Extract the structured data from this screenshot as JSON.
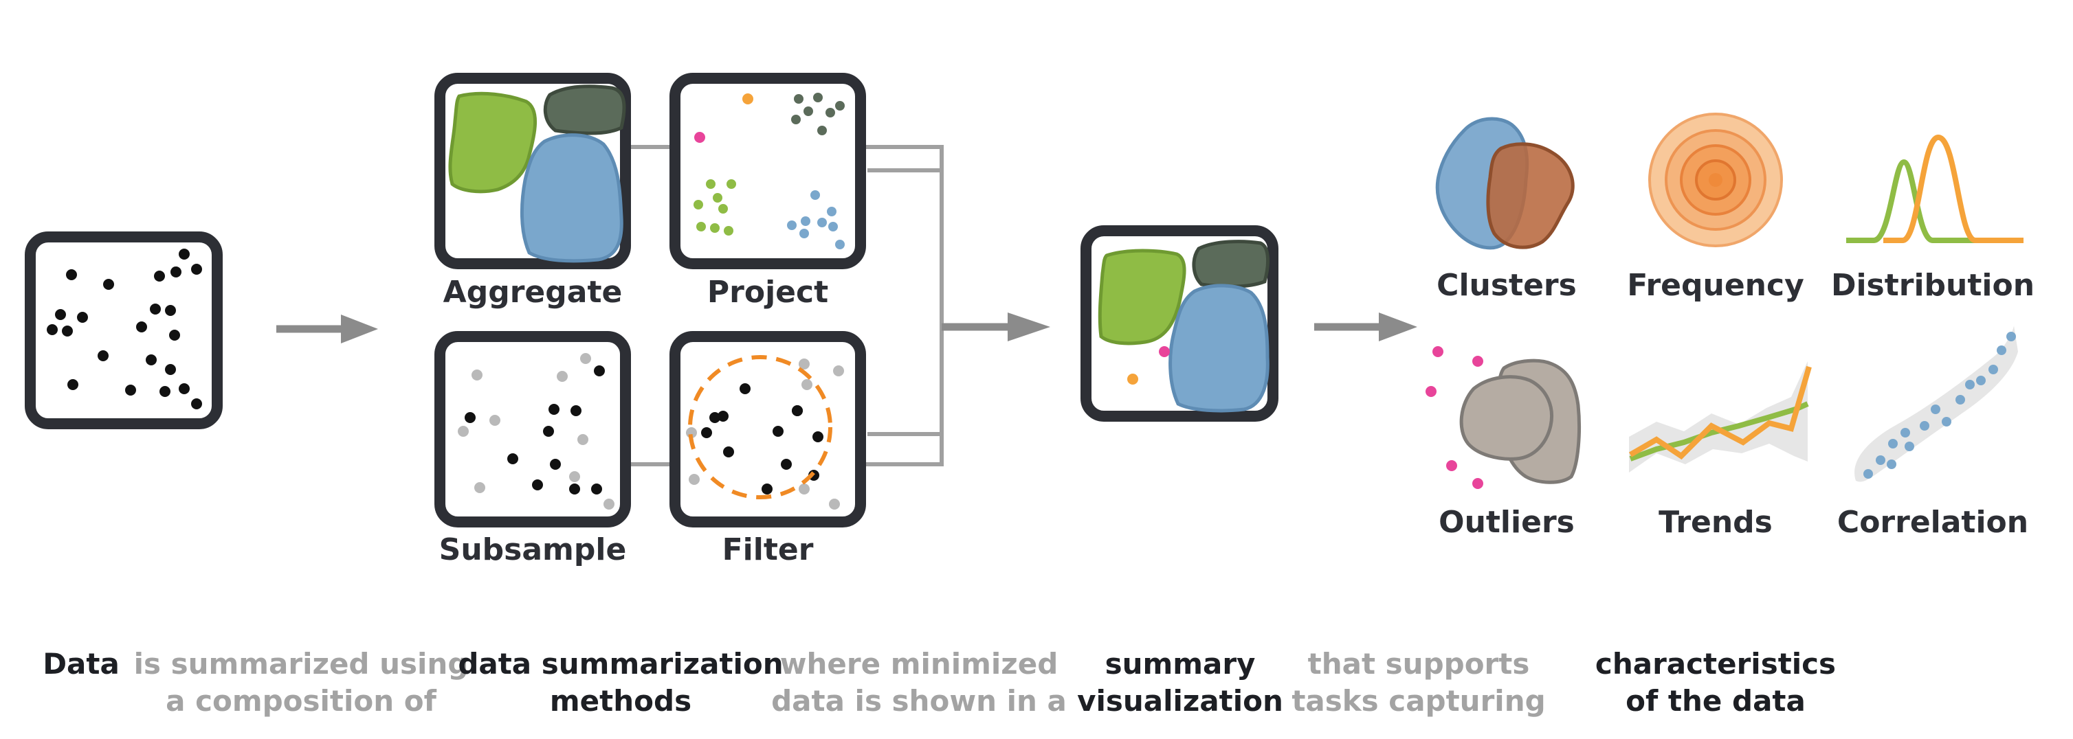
{
  "methods": {
    "aggregate": "Aggregate",
    "project": "Project",
    "subsample": "Subsample",
    "filter": "Filter"
  },
  "characteristics": {
    "clusters": "Clusters",
    "frequency": "Frequency",
    "distribution": "Distribution",
    "outliers": "Outliers",
    "trends": "Trends",
    "correlation": "Correlation"
  },
  "captions": {
    "data": "Data",
    "summarized_1": "is summarized using",
    "summarized_2": "a composition of",
    "methods_1": "data summarization",
    "methods_2": "methods",
    "minimized_1": "where minimized",
    "minimized_2": "data is shown in a",
    "summary_1": "summary",
    "summary_2": "visualization",
    "supports_1": "that supports",
    "supports_2": "tasks capturing",
    "characteristics_1": "characteristics",
    "characteristics_2": "of the data"
  },
  "colors": {
    "frame": "#2d2f35",
    "green": "#8fbc45",
    "dark_green": "#5b6b5a",
    "blue": "#7aa7cc",
    "orange": "#f5a33a",
    "pink": "#e8449a",
    "brown": "#b8693f",
    "taupe": "#b5aca3",
    "arrow": "#8b8b8b",
    "connector": "#a0a0a0",
    "caption_dark": "#1d1f24",
    "caption_light": "#a3a3a3"
  }
}
